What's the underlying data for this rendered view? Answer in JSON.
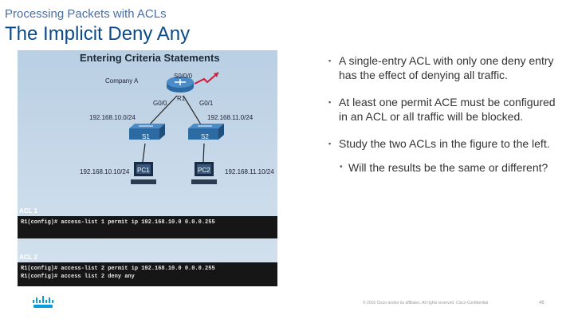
{
  "header": {
    "supertitle": "Processing Packets with ACLs",
    "title": "The Implicit Deny Any"
  },
  "figure": {
    "heading": "Entering Criteria Statements",
    "company": "Company A",
    "router": "R1",
    "router_port": "S0/0/0",
    "port_left": "G0/0",
    "port_right": "G0/1",
    "net_left": "192.168.10.0/24",
    "net_right": "192.168.11.0/24",
    "switch_left": "S1",
    "switch_right": "S2",
    "host_left_ip": "192.168.10.10/24",
    "host_right_ip": "192.168.11.10/24",
    "pc_left": "PC1",
    "pc_right": "PC2",
    "acl1_label": "ACL 1",
    "acl1_lines": [
      "R1(config)# access-list 1 permit ip 192.168.10.0 0.0.0.255"
    ],
    "acl2_label": "ACL 2",
    "acl2_lines": [
      "R1(config)# access-list 2 permit ip 192.168.10.0 0.0.0.255",
      "R1(config)# access list 2 deny any"
    ]
  },
  "bullets": [
    "A single-entry ACL with only one deny entry has the effect of denying all traffic.",
    "At least one permit ACE must be configured in an ACL or all traffic will be blocked.",
    "Study the two ACLs in the figure to the left."
  ],
  "sub_bullet": "Will the results be the same or different?",
  "footer": {
    "copyright": "© 2016 Cisco and/or its affiliates. All rights reserved. Cisco Confidential",
    "page": "46"
  },
  "colors": {
    "title": "#0b4a8b",
    "logo": "#049fd9"
  }
}
